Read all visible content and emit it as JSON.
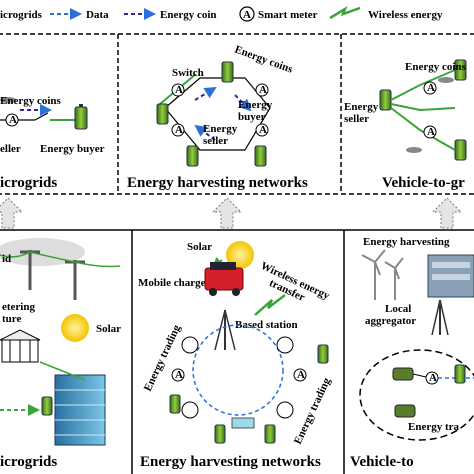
{
  "legend": {
    "crossed_text": "icrogrids",
    "data": "Data",
    "energy_coin": "Energy coin",
    "meter_symbol": "A",
    "smart_meter": "Smart meter",
    "wireless": "Wireless energy"
  },
  "top_panels": [
    {
      "title": "icrogrids",
      "labels": {
        "coins": "Energy coins",
        "seller": "eller",
        "buyer": "Energy buyer"
      }
    },
    {
      "title": "Energy harvesting networks",
      "labels": {
        "switch": "Switch",
        "coins": "Energy coins",
        "buyer": "Energy\nbuyer",
        "seller": "Energy\nseller"
      }
    },
    {
      "title": "Vehicle-to-gr",
      "labels": {
        "coins": "Energy coins",
        "seller": "Energy\nseller"
      }
    }
  ],
  "bottom_panels": [
    {
      "title": "icrogrids",
      "labels": {
        "grid": "id",
        "metering": "etering\nture",
        "solar": "Solar"
      }
    },
    {
      "title": "Energy harvesting networks",
      "labels": {
        "solar": "Solar",
        "mobile_charger": "Mobile charger",
        "wireless": "Wireless energy\ntransfer",
        "based_station": "Based station",
        "trading_left": "Energy trading",
        "trading_right": "Energy trading"
      }
    },
    {
      "title": "Vehicle-to",
      "labels": {
        "harvesting": "Energy harvesting",
        "local": "Local\naggregator",
        "trading": "Energy tra"
      }
    }
  ],
  "colors": {
    "accent_blue": "#1f5fd6",
    "green": "#3aa33a",
    "dash_blue": "#2b6fd8"
  }
}
